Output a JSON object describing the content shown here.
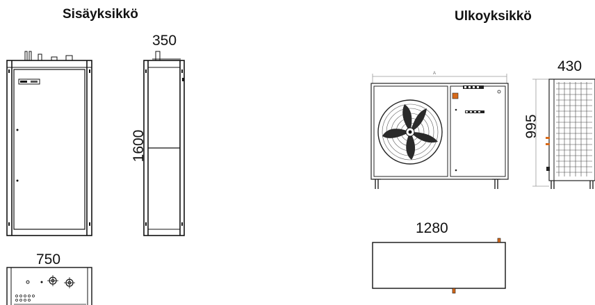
{
  "indoor": {
    "title": "Sisäyksikkö",
    "width_label": "750",
    "depth_label": "350",
    "height_label": "1600"
  },
  "outdoor": {
    "title": "Ulkoyksikkö",
    "width_label": "1280",
    "depth_label": "430",
    "height_label": "995",
    "dimension_marker": "A"
  }
}
